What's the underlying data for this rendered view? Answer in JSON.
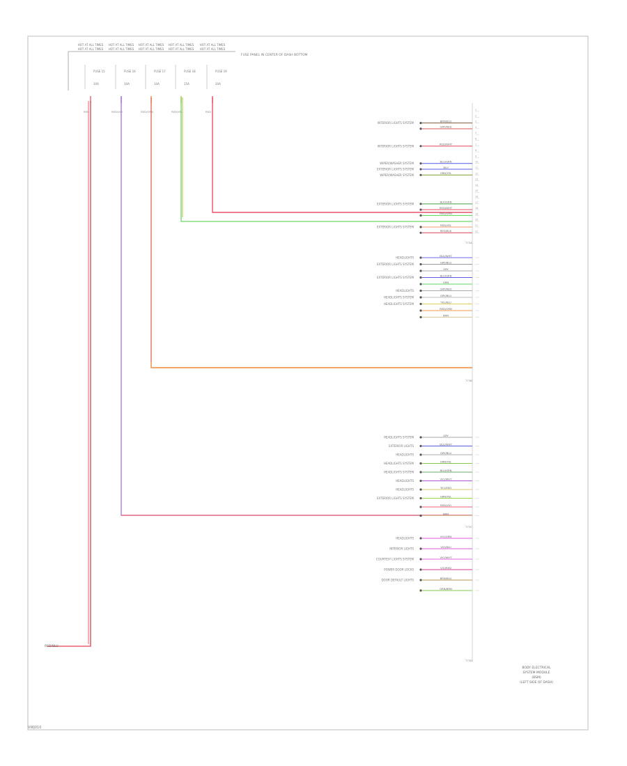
{
  "fuses": [
    {
      "name": "FUSE 15",
      "rating": "10A",
      "circuit": "HOT AT ALL TIMES",
      "wire": "RED",
      "color": "#e8606e"
    },
    {
      "name": "FUSE 16",
      "rating": "10A",
      "circuit": "HOT AT ALL TIMES",
      "wire": "RED/VIO",
      "color": "#9a66e0"
    },
    {
      "name": "FUSE 17",
      "rating": "10A",
      "circuit": "HOT AT ALL TIMES",
      "wire": "RED/ORN",
      "color": "#f08a3a"
    },
    {
      "name": "FUSE 18",
      "rating": "15A",
      "circuit": "HOT AT ALL TIMES",
      "wire": "RED/YEL",
      "color": "#c8b838"
    },
    {
      "name": "FUSE 19",
      "rating": "20A",
      "circuit": "HOT AT ALL TIMES",
      "wire": "RED",
      "color": "#e8506a"
    }
  ],
  "fuse_panel_label": "FUSE PANEL IN CENTER OF DASH BOTTOM",
  "ground_label": "RED/BLU",
  "module_label": [
    "BODY ELECTRICAL",
    "SYSTEM MODULE",
    "(BSM)",
    "(LEFT SIDE OF DASH)"
  ],
  "footer": "VWJ010",
  "connectors": [
    {
      "id": "c1",
      "label": "T73A"
    },
    {
      "id": "c2",
      "label": "T73B"
    },
    {
      "id": "c3",
      "label": "T73C"
    },
    {
      "id": "c4",
      "label": "T73D"
    }
  ],
  "rows": [
    {
      "pin": "1",
      "label": "",
      "wire": "",
      "color": ""
    },
    {
      "pin": "2",
      "label": "",
      "wire": "",
      "color": ""
    },
    {
      "pin": "3",
      "label": "INTERIOR LIGHTS SYSTEM",
      "wire": "BRN/BLU",
      "color": "#8a6a4a"
    },
    {
      "pin": "4",
      "label": "",
      "wire": "GRY/RED",
      "color": "#e06a6a"
    },
    {
      "pin": "5",
      "label": "",
      "wire": "",
      "color": ""
    },
    {
      "pin": "6",
      "label": "",
      "wire": "",
      "color": ""
    },
    {
      "pin": "7",
      "label": "INTERIOR LIGHTS SYSTEM",
      "wire": "RED/WHT",
      "color": "#e05a6a"
    },
    {
      "pin": "8",
      "label": "",
      "wire": "",
      "color": ""
    },
    {
      "pin": "9",
      "label": "",
      "wire": "",
      "color": ""
    },
    {
      "pin": "10",
      "label": "WIPER/WASHER SYSTEM",
      "wire": "BLU/GRN",
      "color": "#6a6ae8"
    },
    {
      "pin": "11",
      "label": "EXTERIOR LIGHTS SYSTEM",
      "wire": "BLU",
      "color": "#5a5ae8"
    },
    {
      "pin": "12",
      "label": "WIPER/WASHER SYSTEM",
      "wire": "GRN/YEL",
      "color": "#8aaa4a"
    },
    {
      "pin": "13",
      "label": "",
      "wire": "",
      "color": ""
    },
    {
      "pin": "14",
      "label": "",
      "wire": "",
      "color": ""
    },
    {
      "pin": "15",
      "label": "",
      "wire": "",
      "color": ""
    },
    {
      "pin": "16",
      "label": "",
      "wire": "",
      "color": ""
    },
    {
      "pin": "17",
      "label": "EXTERIOR LIGHTS SYSTEM",
      "wire": "BLK/GRN",
      "color": "#5aaa5a"
    },
    {
      "pin": "18",
      "label": "",
      "wire": "RED/WHT",
      "color": "#e8606e"
    },
    {
      "pin": "19",
      "label": "",
      "wire": "RED/GRN",
      "color": "#6ad86a"
    },
    {
      "pin": "20",
      "label": "",
      "wire": "",
      "color": ""
    },
    {
      "pin": "21",
      "label": "EXTERIOR LIGHTS SYSTEM",
      "wire": "RED/YEL",
      "color": "#f09a6a"
    },
    {
      "pin": "22",
      "label": "",
      "wire": "RED/BLK",
      "color": "#e05a6a"
    }
  ],
  "rows2": [
    {
      "label": "HEADLIGHTS",
      "wire": "BLU/WHT",
      "color": "#6a6ae8"
    },
    {
      "label": "EXTERIOR LIGHTS SYSTEM",
      "wire": "GRY/BLU",
      "color": "#999999"
    },
    {
      "label": "",
      "wire": "GRY",
      "color": "#aaaaaa"
    },
    {
      "label": "EXTERIOR LIGHTS SYSTEM",
      "wire": "BLU/GRN",
      "color": "#5a5ae0"
    },
    {
      "label": "",
      "wire": "GRN",
      "color": "#5ad85a"
    },
    {
      "label": "HEADLIGHTS",
      "wire": "GRY/RED",
      "color": "#aaaaaa"
    },
    {
      "label": "HEADLIGHTS SYSTEM",
      "wire": "GRY/BLU",
      "color": "#bbbbbb"
    },
    {
      "label": "HEADLIGHTS SYSTEM",
      "wire": "YEL/BLU",
      "color": "#e0d060"
    },
    {
      "label": "",
      "wire": "RED/ORN",
      "color": "#f09a4a"
    },
    {
      "label": "",
      "wire": "BRN",
      "color": "#d8c89a"
    }
  ],
  "rows3": [
    {
      "label": "HEADLIGHTS SYSTEM",
      "wire": "GRY",
      "color": "#aaaaaa"
    },
    {
      "label": "EXTERIOR LIGHTS",
      "wire": "BLU/WHT",
      "color": "#5a5ae0"
    },
    {
      "label": "HEADLIGHTS",
      "wire": "GRY/BLU",
      "color": "#aaaaaa"
    },
    {
      "label": "HEADLIGHTS SYSTEM",
      "wire": "GRN/YEL",
      "color": "#8ac84a"
    },
    {
      "label": "HEADLIGHTS SYSTEM",
      "wire": "BLU/GRN",
      "color": "#6aaa6a"
    },
    {
      "label": "HEADLIGHTS",
      "wire": "VIO/WHT",
      "color": "#a85ad8"
    },
    {
      "label": "HEADLIGHTS",
      "wire": "YEL/RED",
      "color": "#d8c86a"
    },
    {
      "label": "EXTERIOR LIGHTS SYSTEM",
      "wire": "GRN/YEL",
      "color": "#9ad84a"
    },
    {
      "label": "",
      "wire": "RED/VIO",
      "color": "#e8606e"
    },
    {
      "label": "",
      "wire": "BRN",
      "color": "#d8c89a"
    }
  ],
  "rows4": [
    {
      "label": "HEADLIGHTS",
      "wire": "VIO/GRN",
      "color": "#e05ad8"
    },
    {
      "label": "INTERIOR LIGHTS",
      "wire": "VIO/BLU",
      "color": "#e05ad8"
    },
    {
      "label": "COURTESY LIGHTS SYSTEM",
      "wire": "VIO/WHT",
      "color": "#e06ad8"
    },
    {
      "label": "POWER DOOR LOCKS",
      "wire": "VIO/RED",
      "color": "#d83a9a"
    },
    {
      "label": "DOOR DEFAULT LIGHTS",
      "wire": "BRN/BLU",
      "color": "#b89a4a"
    },
    {
      "label": "",
      "wire": "GRN/BRN",
      "color": "#8ac84a"
    }
  ]
}
